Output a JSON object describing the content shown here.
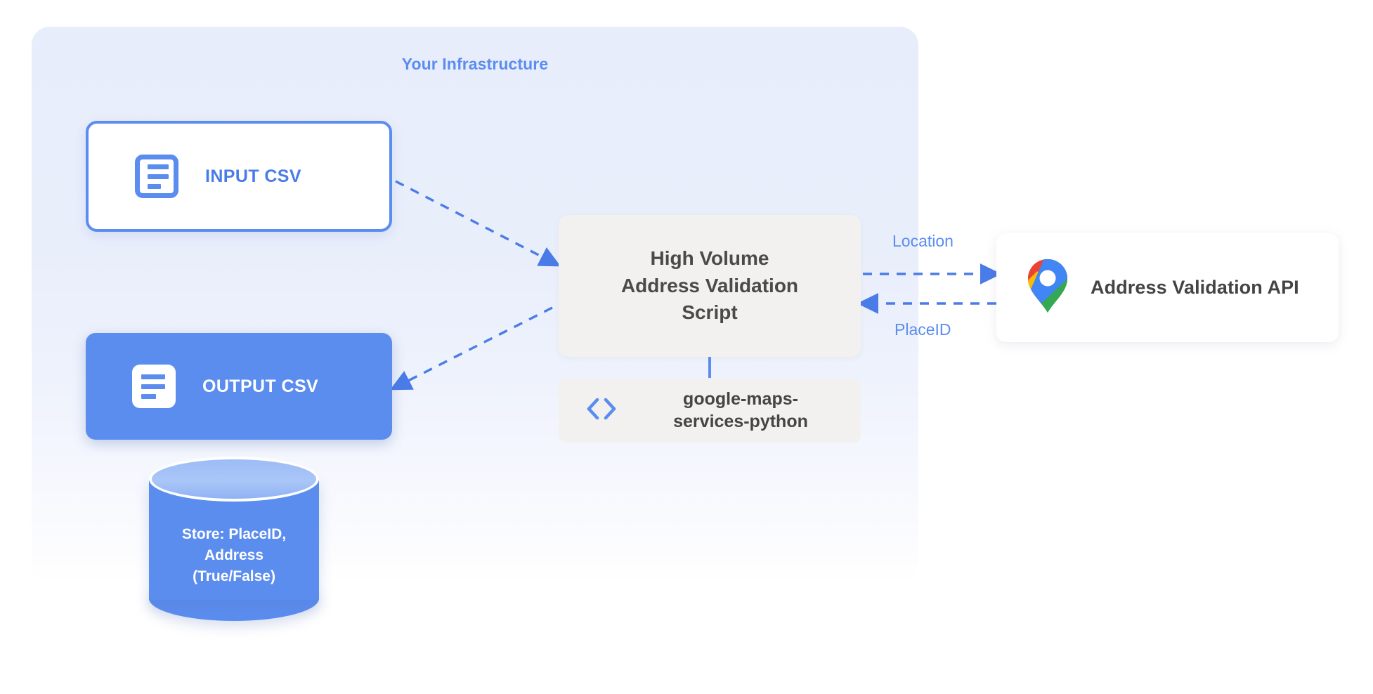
{
  "panel": {
    "title": "Your Infrastructure",
    "accent_color": "#5b8def",
    "background_color": "#e8edfb"
  },
  "nodes": {
    "input_csv": {
      "label": "INPUT CSV",
      "icon": "document-lines-icon",
      "style": "outlined",
      "border_color": "#5b8def",
      "fill_color": "#ffffff"
    },
    "output_csv": {
      "label": "OUTPUT CSV",
      "icon": "document-lines-icon",
      "style": "filled",
      "fill_color": "#5b8def",
      "text_color": "#ffffff"
    },
    "script": {
      "line1": "High Volume",
      "line2": "Address Validation",
      "line3": "Script",
      "fill_color": "#f2f1ef",
      "text_color": "#4a4a4a"
    },
    "library": {
      "line1": "google-maps-",
      "line2": "services-python",
      "icon": "code-brackets-icon",
      "fill_color": "#f2f1ef"
    },
    "api": {
      "label": "Address Validation API",
      "icon": "google-maps-pin-icon",
      "fill_color": "#ffffff",
      "text_color": "#444444"
    },
    "datastore": {
      "line1": "Store: PlaceID,",
      "line2": "Address",
      "line3": "(True/False)",
      "icon": "database-cylinder-icon",
      "fill_color": "#5b8def",
      "top_color": "#9dbcf6",
      "text_color": "#ffffff"
    }
  },
  "edges": [
    {
      "id": "input-to-script",
      "from": "input_csv",
      "to": "script",
      "style": "dashed",
      "label": "",
      "color": "#4a7ce8"
    },
    {
      "id": "script-to-output",
      "from": "script",
      "to": "output_csv",
      "style": "dashed",
      "label": "",
      "color": "#4a7ce8"
    },
    {
      "id": "script-to-api",
      "from": "script",
      "to": "api",
      "style": "dashed",
      "label": "Location",
      "color": "#4a7ce8"
    },
    {
      "id": "api-to-script",
      "from": "api",
      "to": "script",
      "style": "dashed",
      "label": "PlaceID",
      "color": "#4a7ce8"
    },
    {
      "id": "script-to-library",
      "from": "script",
      "to": "library",
      "style": "solid",
      "label": "",
      "color": "#5b8def"
    }
  ],
  "maps_pin_colors": {
    "blue": "#4285f4",
    "red": "#ea4335",
    "yellow": "#fbbc04",
    "green": "#34a853",
    "center": "#ffffff"
  }
}
